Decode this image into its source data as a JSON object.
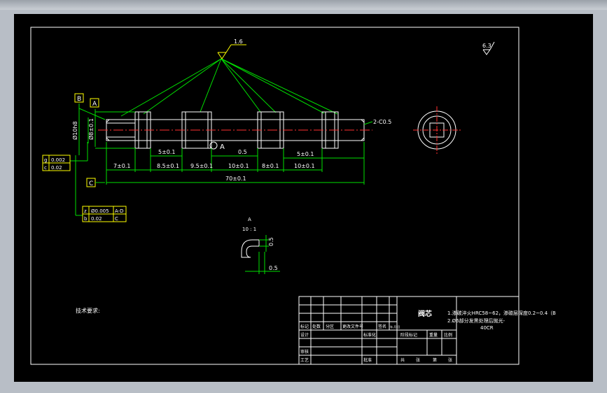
{
  "surface_finish_main": "1.6",
  "surface_finish_corner": "6.3",
  "chamfer": "2-C0.5",
  "datum_b": "B",
  "datum_a": "A",
  "datum_c": "C",
  "section_mark": "A",
  "dia_left": "Ø10h8",
  "dia_mid": "Ø8±0.1",
  "dims": {
    "d1": "5±0.1",
    "d2": "0.5",
    "d3": "5±0.1",
    "r1": "7±0.1",
    "r2": "8.5±0.1",
    "r3": "9.5±0.1",
    "r4": "10±0.1",
    "r5": "8±0.1",
    "r6": "10±0.1",
    "total": "70±0.1"
  },
  "tol_left": [
    {
      "sym": "g",
      "val": "0.002"
    },
    {
      "sym": "c",
      "val": "0.02"
    }
  ],
  "tol_bottom": [
    {
      "sym": "z",
      "val": "Ø0.005",
      "ref": "A-D"
    },
    {
      "sym": "b",
      "val": "0.02",
      "ref": "C"
    }
  ],
  "detail": {
    "label": "A",
    "scale": "10 : 1",
    "dim_v": "0.5",
    "dim_h": "0.5"
  },
  "tech_req": "技术要求:",
  "title_block": {
    "part_name": "阀芯",
    "note1": "1.渗碳淬火HRC58~62，渗碳层深度0.2~0.4（B",
    "note2": "2.Ø6部分发黑处理后抛光-",
    "material": "40CR",
    "headers": [
      "标记",
      "处数",
      "分区",
      "更改文件号",
      "签名",
      "年.月.日"
    ],
    "row_design": "设计",
    "row_std": "标准化",
    "row_review": "审核",
    "row_process": "工艺",
    "row_approve": "批准",
    "stage": "阶段标记",
    "weight": "重量",
    "ratio": "比例",
    "sheets": [
      "共",
      "张",
      "第",
      "张"
    ]
  }
}
